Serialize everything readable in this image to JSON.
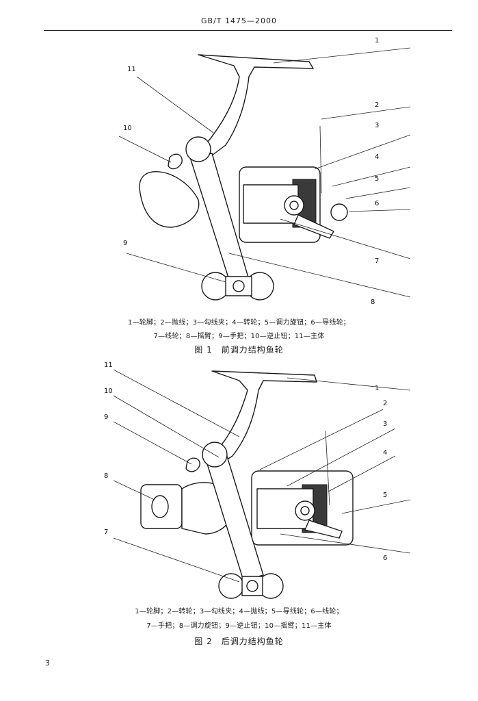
{
  "header": {
    "standard_code": "GB/T 1475—2000"
  },
  "figure1": {
    "callouts": [
      "1",
      "2",
      "3",
      "4",
      "5",
      "6",
      "7",
      "8",
      "9",
      "10",
      "11"
    ],
    "legend_line1": "1—轮脚；2—抛线；3—勾线夹；4—转轮；5—调力旋钮；6—导线轮；",
    "legend_line2": "7—线轮；8—摇臂；9—手把；10—逆止钮；11—主体",
    "caption": "图 1　前调力结构鱼轮"
  },
  "figure2": {
    "callouts": [
      "1",
      "2",
      "3",
      "4",
      "5",
      "6",
      "7",
      "8",
      "9",
      "10",
      "11"
    ],
    "legend_line1": "1—轮脚；2—转轮；3—勾线夹；4—抛线；5—导线轮；6—线轮；",
    "legend_line2": "7—手把；8—调力旋钮；9—逆止钮；10—摇臂；11—主体",
    "caption": "图 2　后调力结构鱼轮"
  },
  "page_number": "3"
}
